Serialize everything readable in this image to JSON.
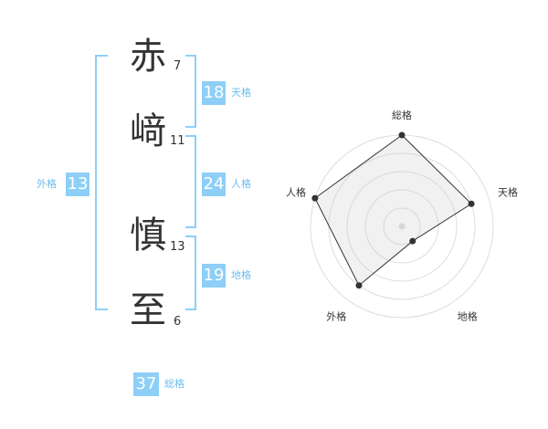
{
  "name": {
    "chars": [
      {
        "char": "赤",
        "strokes": "7"
      },
      {
        "char": "﨑",
        "strokes": "11"
      },
      {
        "char": "慎",
        "strokes": "13"
      },
      {
        "char": "至",
        "strokes": "6"
      }
    ]
  },
  "fortune": {
    "tenkaku": {
      "value": "18",
      "label": "天格"
    },
    "jinkaku": {
      "value": "24",
      "label": "人格"
    },
    "chikaku": {
      "value": "19",
      "label": "地格"
    },
    "gaikaku": {
      "value": "13",
      "label": "外格"
    },
    "soukaku": {
      "value": "37",
      "label": "総格"
    }
  },
  "colors": {
    "accent": "#8dcff7",
    "label": "#6cbdee"
  },
  "chart_data": {
    "type": "radar",
    "axes": [
      "総格",
      "天格",
      "地格",
      "外格",
      "人格"
    ],
    "values": [
      5,
      4,
      1,
      4,
      5
    ],
    "max": 5,
    "rings": 5
  }
}
